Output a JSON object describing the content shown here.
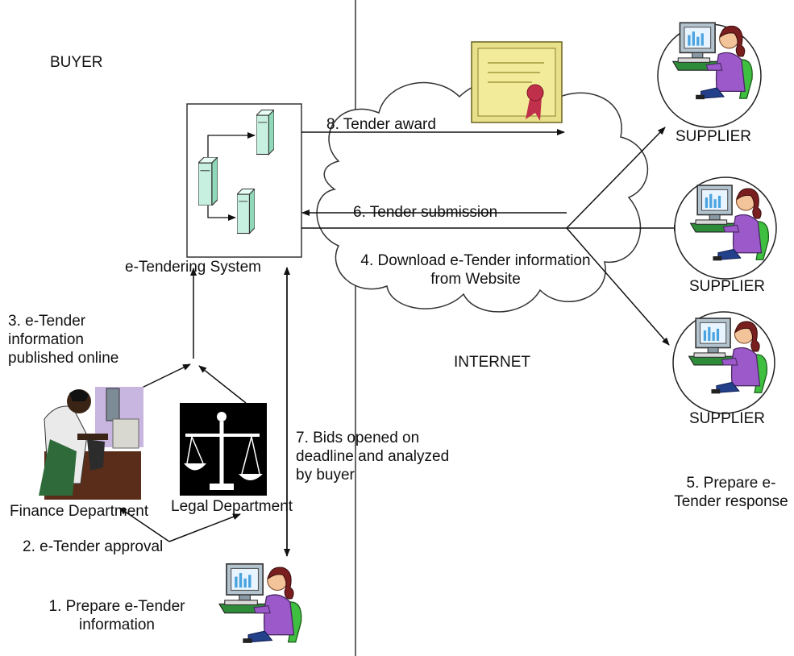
{
  "side_labels": {
    "buyer": "BUYER",
    "internet": "INTERNET"
  },
  "system": {
    "name": "e-Tendering System"
  },
  "departments": {
    "finance": "Finance Department",
    "legal": "Legal Department"
  },
  "suppliers": [
    "SUPPLIER",
    "SUPPLIER",
    "SUPPLIER"
  ],
  "steps": {
    "s1": [
      "1. Prepare e-Tender",
      "information"
    ],
    "s2": "2. e-Tender approval",
    "s3": [
      "3. e-Tender",
      "information",
      "published online"
    ],
    "s4": [
      "4. Download e-Tender information",
      "from Website"
    ],
    "s5": [
      "5. Prepare e-",
      "Tender response"
    ],
    "s6": "6. Tender submission",
    "s7": [
      "7. Bids opened on",
      "deadline and analyzed",
      "by buyer"
    ],
    "s8": "8. Tender award"
  },
  "colors": {
    "line": "#111111",
    "cloud_fill": "#ffffff",
    "server": "#c8f0e0",
    "certificate": "#f2ec9a",
    "seal": "#c0304a",
    "dress": "#9b59c9",
    "chair": "#3fbf3f",
    "skin": "#f3c49a",
    "hair": "#7a1f1f",
    "monitor": "#9ab0bf"
  }
}
